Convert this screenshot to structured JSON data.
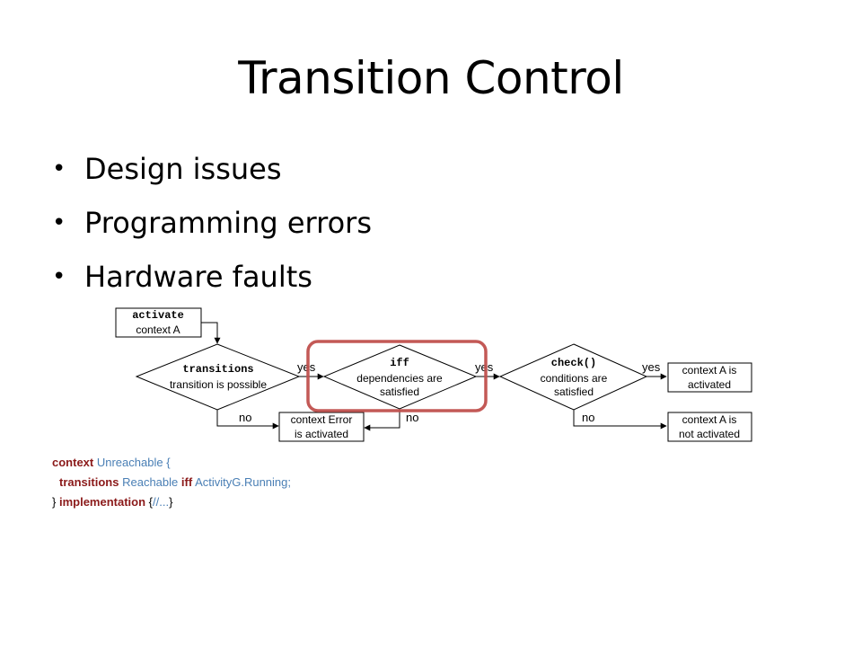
{
  "slide": {
    "title": "Transition Control",
    "bullets": [
      "Design issues",
      "Programming errors",
      "Hardware faults"
    ]
  },
  "diagram": {
    "activate_box": {
      "code": "activate",
      "text": "context A"
    },
    "transitions_diamond": {
      "code": "transitions",
      "text": "transition is possible"
    },
    "iff_diamond": {
      "code": "iff",
      "line1": "dependencies are",
      "line2": "satisfied"
    },
    "check_diamond": {
      "code": "check()",
      "line1": "conditions are",
      "line2": "satisfied"
    },
    "yes_label": "yes",
    "no_label": "no",
    "error_box": {
      "line1": "context Error",
      "line2": "is activated"
    },
    "activated_box": {
      "line1": "context A is",
      "line2": "activated"
    },
    "not_activated_box": {
      "line1": "context A is",
      "line2": "not activated"
    },
    "highlight_color": "#c0504d"
  },
  "code": {
    "line1": {
      "kw": "context",
      "name": "Unreachable",
      "brace": "{"
    },
    "line2": {
      "kw1": "transitions",
      "name": "Reachable",
      "kw2": "iff",
      "cond": "ActivityG.Running;"
    },
    "line3": {
      "close": "}",
      "kw": "implementation",
      "open": "{",
      "comment": "//...",
      "close2": "}"
    }
  }
}
